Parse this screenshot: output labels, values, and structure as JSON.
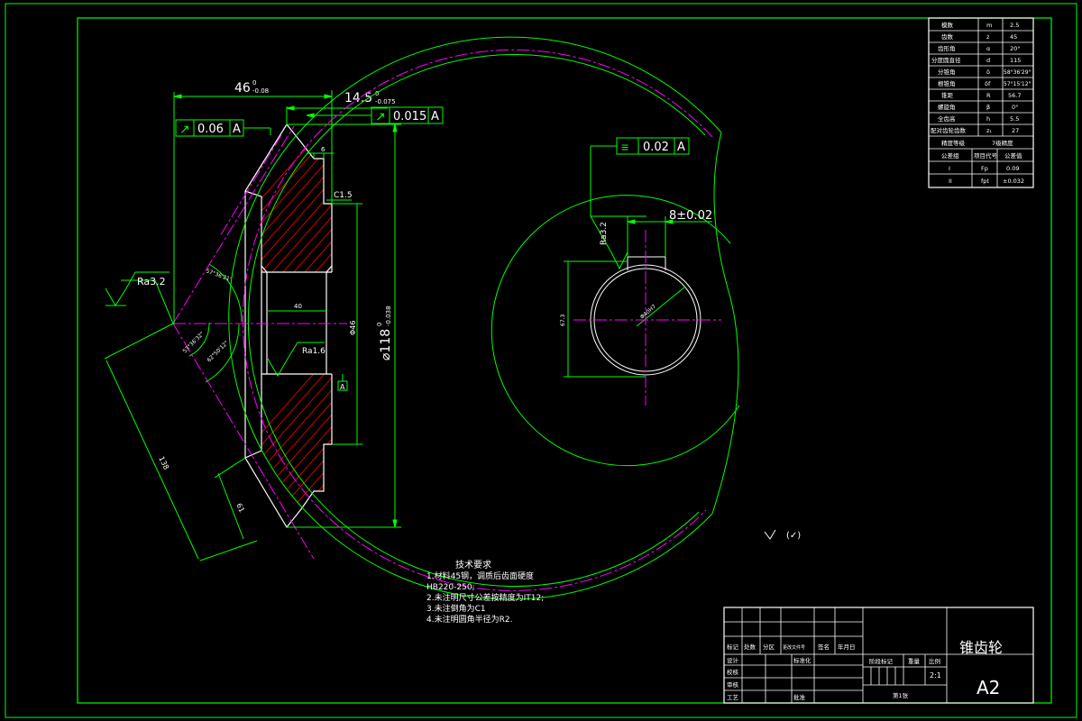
{
  "drawing": {
    "part_name": "锥齿轮",
    "sheet_size": "A2",
    "scale": "2:1",
    "sheet_count": "第1张"
  },
  "dims": {
    "d46": "46",
    "d46_tol": "-0.08",
    "d46_tol_upper": "0",
    "d14_5": "14.5",
    "d14_5_tol": "-0.075",
    "d14_5_tol_upper": "0",
    "runout1": "0.06",
    "runout1_datum": "A",
    "runout2": "0.015",
    "runout2_datum": "A",
    "sym_tol": "0.02",
    "sym_datum": "A",
    "sym_symbol": "≡",
    "key_width": "8±0.02",
    "dia118": "⌀118",
    "dia118_tol": "-0.038",
    "dia118_tol_upper": "0",
    "ra32_left": "Ra3.2",
    "ra32_key": "Ra3.2",
    "ra16": "Ra1.6",
    "c15": "C1.5",
    "d6": "6",
    "d40": "40",
    "d46_small": "Φ46",
    "d138": "138",
    "d61": "61",
    "datum_A": "A",
    "key_depth": "67.3",
    "bore_dia": "Φ40H7",
    "angle1": "57°36'21\"",
    "angle2": "53°36'32\"",
    "angle3": "62°50'12\""
  },
  "tech_req": {
    "title": "技术要求",
    "lines": [
      "1.材料45钢，调质后齿面硬度",
      "HB220-250;",
      "2.未注明尺寸公差按精度为IT12;",
      "3.未注倒角为C1",
      "4.未注明圆角半径为R2."
    ]
  },
  "params": {
    "rows": [
      [
        "模数",
        "m",
        "2.5"
      ],
      [
        "齿数",
        "z",
        "45"
      ],
      [
        "齿形角",
        "α",
        "20°"
      ],
      [
        "分度圆直径",
        "d",
        "115"
      ],
      [
        "分锥角",
        "δ",
        "58°36'29\""
      ],
      [
        "根锥角",
        "δf",
        "57°15'12\""
      ],
      [
        "锥距",
        "R",
        "56.7"
      ],
      [
        "螺旋角",
        "β",
        "0°"
      ],
      [
        "全齿高",
        "h",
        "5.5"
      ],
      [
        "配对齿轮齿数",
        "z₁",
        "27"
      ]
    ],
    "accuracy_label": "精度等级",
    "accuracy_value": "7级精度",
    "group_header": [
      "公差组",
      "项目代号",
      "公差值"
    ],
    "groups": [
      [
        "I",
        "Fp",
        "0.09"
      ],
      [
        "II",
        "fpt",
        "±0.032"
      ]
    ]
  },
  "title_block": {
    "row1": [
      "标记",
      "处数",
      "分区",
      "更改文件号",
      "签名",
      "年月日"
    ],
    "design": "设计",
    "standardize": "标准化",
    "check": "校核",
    "review": "审核",
    "process": "工艺",
    "approve": "批准",
    "stage_label": "阶段标记",
    "weight_label": "重量",
    "scale_label": "比例"
  },
  "colors": {
    "frame": "#00ff00",
    "center": "#ff00ff",
    "hatch": "#ff0000",
    "text": "#ffffff"
  }
}
